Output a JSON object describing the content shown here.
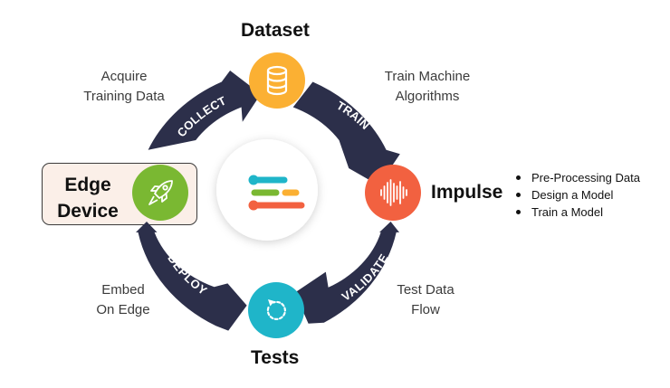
{
  "nodes": {
    "dataset": {
      "title": "Dataset",
      "icon": "database-icon",
      "color": "#fbb033"
    },
    "impulse": {
      "title": "Impulse",
      "icon": "soundwave-icon",
      "color": "#f26140"
    },
    "tests": {
      "title": "Tests",
      "icon": "refresh-icon",
      "color": "#1fb5c9"
    },
    "edge_device": {
      "title_line1": "Edge",
      "title_line2": "Device",
      "icon": "rocket-icon",
      "color": "#7ab832"
    }
  },
  "arrows": {
    "collect": "COLLECT",
    "train": "TRAIN",
    "validate": "VALIDATE",
    "deploy": "DEPLOY",
    "color": "#2c2f4a"
  },
  "descriptions": {
    "collect_line1": "Acquire",
    "collect_line2": "Training Data",
    "train_line1": "Train Machine",
    "train_line2": "Algorithms",
    "validate_line1": "Test Data",
    "validate_line2": "Flow",
    "deploy_line1": "Embed",
    "deploy_line2": "On Edge"
  },
  "impulse_steps": [
    "Pre-Processing Data",
    "Design a Model",
    "Train a Model"
  ],
  "center_logo": {
    "icon": "edge-impulse-logo-icon",
    "bar_colors": [
      "#1fb5c9",
      "#7ab832",
      "#fbb033",
      "#f26140"
    ]
  }
}
